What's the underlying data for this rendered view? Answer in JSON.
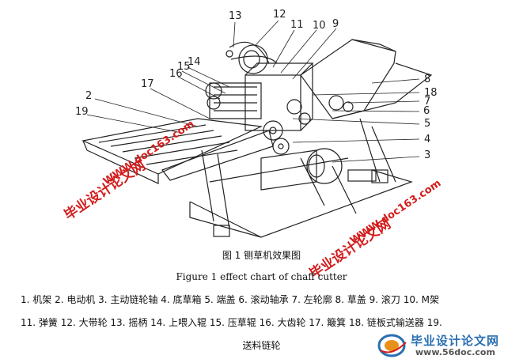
{
  "drawing": {
    "part_numbers": [
      "13",
      "12",
      "11",
      "10",
      "9",
      "14",
      "15",
      "16",
      "8",
      "17",
      "18",
      "7",
      "6",
      "19",
      "5",
      "4",
      "3",
      "2"
    ]
  },
  "watermarks": [
    {
      "main": "毕业设计论文网",
      "url": "WWW.doc163.com"
    },
    {
      "main": "毕业设计论文网",
      "url": "WWW.doc163.com"
    }
  ],
  "caption": {
    "cn": "图 1  铡草机效果图",
    "en": "Figure 1    effect chart of chaff cutter"
  },
  "legend": {
    "line1": "1. 机架  2. 电动机  3. 主动链轮轴  4. 底草箱  5. 端盖  6. 滚动轴承  7. 左轮廓  8. 草盖  9. 滚刀  10. M架",
    "line2": "11. 弹簧  12. 大带轮  13. 摇柄  14. 上喂入辊  15. 压草辊  16. 大齿轮  17. 簸箕  18. 链板式输送器  19.",
    "line3": "送料链轮"
  },
  "logo": {
    "title": "毕业设计论文网",
    "url": "www.56doc.com"
  }
}
